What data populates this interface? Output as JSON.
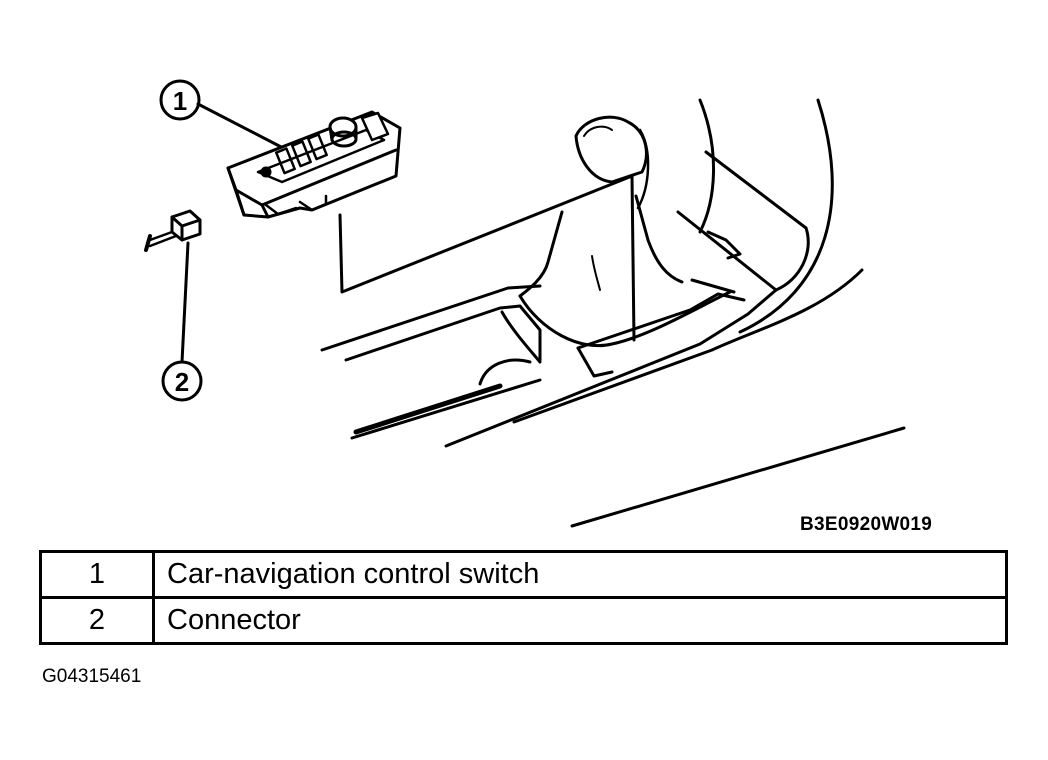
{
  "callouts": [
    {
      "number": "1"
    },
    {
      "number": "2"
    }
  ],
  "figure_code": "B3E0920W019",
  "legend": [
    {
      "number": "1",
      "description": "Car-navigation control switch"
    },
    {
      "number": "2",
      "description": "Connector"
    }
  ],
  "image_id": "G04315461"
}
